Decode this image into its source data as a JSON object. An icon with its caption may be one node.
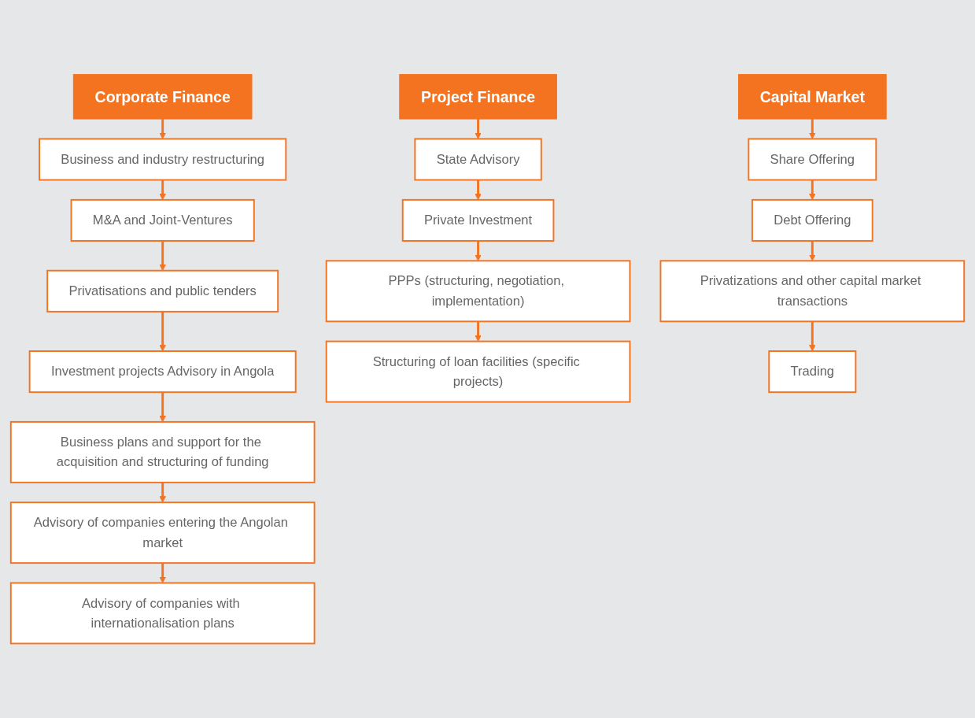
{
  "diagram": {
    "nodes": [
      {
        "text": [
          "Corporate Finance"
        ]
      },
      {
        "text": [
          "Business and industry restructuring"
        ]
      },
      {
        "text": [
          "M&A and Joint-Ventures"
        ]
      },
      {
        "text": [
          "Privatisations and public tenders"
        ]
      },
      {
        "text": [
          "Investment projects Advisory in Angola"
        ]
      },
      {
        "text": [
          "Business plans and support for the acquisition and structuring of funding"
        ]
      },
      {
        "text": [
          "Advisory of companies entering the Angolan market"
        ]
      },
      {
        "text": [
          "Advisory of companies with internationalisation plans"
        ]
      },
      {
        "text": [
          "Project Finance"
        ]
      },
      {
        "text": [
          "State Advisory"
        ]
      },
      {
        "text": [
          "Private Investment"
        ]
      },
      {
        "text": [
          "PPPs (structuring, negotiation, implementation)"
        ]
      },
      {
        "text": [
          "Structuring of loan facilities (specific projects)"
        ]
      },
      {
        "text": [
          "Capital Market"
        ]
      },
      {
        "text": [
          "Share Offering"
        ]
      },
      {
        "text": [
          "Debt Offering"
        ]
      },
      {
        "text": [
          "Privatizations and other capital market transactions"
        ]
      },
      {
        "text": [
          "Trading"
        ]
      }
    ],
    "edges": [
      {
        "from": 0,
        "to": 1,
        "arrow": "to"
      },
      {
        "from": 1,
        "to": 2,
        "arrow": "to"
      },
      {
        "from": 2,
        "to": 3,
        "arrow": "to"
      },
      {
        "from": 3,
        "to": 4,
        "arrow": "to"
      },
      {
        "from": 4,
        "to": 5,
        "arrow": "to"
      },
      {
        "from": 5,
        "to": 6,
        "arrow": "to"
      },
      {
        "from": 6,
        "to": 7,
        "arrow": "to"
      },
      {
        "from": 8,
        "to": 9,
        "arrow": "to"
      },
      {
        "from": 9,
        "to": 10,
        "arrow": "to"
      },
      {
        "from": 10,
        "to": 11,
        "arrow": "to"
      },
      {
        "from": 11,
        "to": 12,
        "arrow": "to"
      },
      {
        "from": 13,
        "to": 14,
        "arrow": "to"
      },
      {
        "from": 14,
        "to": 15,
        "arrow": "to"
      },
      {
        "from": 15,
        "to": 16,
        "arrow": "to"
      },
      {
        "from": 16,
        "to": 17,
        "arrow": "to"
      }
    ]
  }
}
